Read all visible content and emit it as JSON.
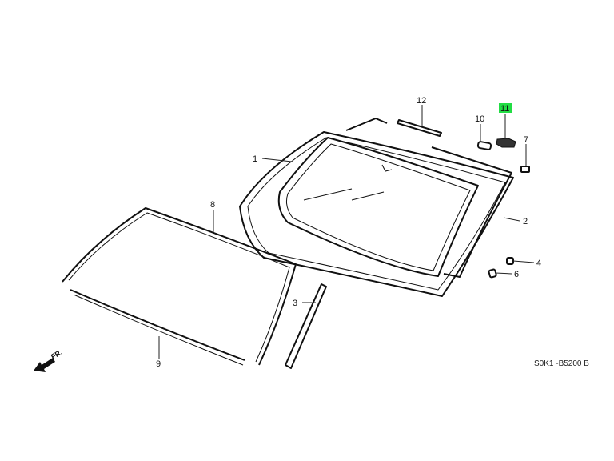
{
  "diagram": {
    "labels": {
      "p1": "1",
      "p2": "2",
      "p3": "3",
      "p4": "4",
      "p6": "6",
      "p7": "7",
      "p8": "8",
      "p9": "9",
      "p10": "10",
      "p11": "11",
      "p12": "12"
    },
    "highlighted_part": "11",
    "highlight_color": "#22dd44",
    "front_arrow_label": "FR.",
    "diagram_code": "S0K1 -B5200 B"
  }
}
